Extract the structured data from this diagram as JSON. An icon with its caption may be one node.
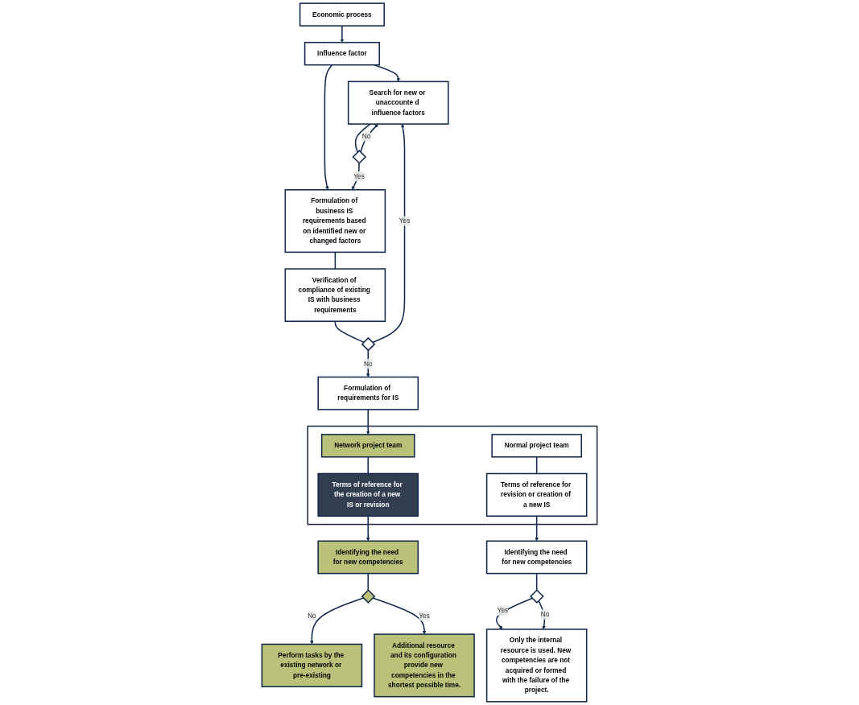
{
  "diagram": {
    "nodes": [
      {
        "text": [
          "Economic process"
        ]
      },
      {
        "text": [
          "Influence factor"
        ]
      },
      {
        "text": [
          "Formulation of requirements for IS"
        ]
      },
      {
        "text": [],
        "shape": "diamond"
      },
      {
        "text": [
          "Search for new or unaccounte d influence factors"
        ]
      },
      {
        "text": [
          "Verification of compliance of existing IS with business requirements"
        ]
      },
      {
        "text": [],
        "shape": "diamond"
      },
      {
        "text": [
          "Formulation of business IS requirements based on identified new or changed factors"
        ]
      },
      {
        "text": [],
        "shape": "box"
      },
      {
        "text": [
          "Network project team"
        ],
        "in": 8
      },
      {
        "text": [
          "Terms of reference for the creation of a new IS or revision"
        ],
        "in": 8
      },
      {
        "text": [
          "Normal project team"
        ],
        "in": 8
      },
      {
        "text": [
          "Terms of reference for revision or creation of a new IS"
        ],
        "in": 8
      },
      {
        "text": [
          "Identifying the need for new competencies"
        ]
      },
      {
        "text": [
          "Identifying the need for new competencies"
        ]
      },
      {
        "text": [],
        "shape": "diamond"
      },
      {
        "text": [],
        "shape": "diamond"
      },
      {
        "text": [
          "Perform tasks by the existing network or pre-existing"
        ]
      },
      {
        "text": [
          "Additional resource and its configuration provide new competencies in the shortest possible time."
        ]
      },
      {
        "text": [
          "Only the internal resource is used. New competencies are not acquired or formed with the failure of the project."
        ]
      }
    ],
    "edges": [
      {
        "from": 0,
        "to": 1,
        "arrow": "to"
      },
      {
        "from": 1,
        "to": 4,
        "arrow": "to"
      },
      {
        "from": 1,
        "to": 7,
        "arrow": "to"
      },
      {
        "from": 4,
        "to": 6,
        "arrow": "none"
      },
      {
        "from": 6,
        "to": 4,
        "arrow": "to",
        "label": "No"
      },
      {
        "from": 6,
        "to": 7,
        "arrow": "to",
        "label": "Yes"
      },
      {
        "from": 5,
        "to": 3,
        "arrow": "none"
      },
      {
        "from": 3,
        "to": 2,
        "arrow": "to",
        "label": "No"
      },
      {
        "from": 3,
        "to": 4,
        "arrow": "to",
        "label": "Yes"
      },
      {
        "from": 7,
        "to": 5,
        "arrow": "none"
      },
      {
        "from": 2,
        "to": 9,
        "arrow": "to"
      },
      {
        "from": 9,
        "to": 10,
        "arrow": "none"
      },
      {
        "from": 10,
        "to": 13,
        "arrow": "to"
      },
      {
        "from": 11,
        "to": 12,
        "arrow": "none"
      },
      {
        "from": 12,
        "to": 14,
        "arrow": "to"
      },
      {
        "from": 13,
        "to": 15,
        "arrow": "none"
      },
      {
        "from": 15,
        "to": 17,
        "arrow": "to",
        "label": "No"
      },
      {
        "from": 15,
        "to": 18,
        "arrow": "to",
        "label": "Yes"
      },
      {
        "from": 14,
        "to": 16,
        "arrow": "none"
      },
      {
        "from": 16,
        "to": 19,
        "arrow": "to",
        "label": "Yes"
      },
      {
        "from": 16,
        "to": 19,
        "arrow": "to",
        "label": "No"
      }
    ]
  }
}
